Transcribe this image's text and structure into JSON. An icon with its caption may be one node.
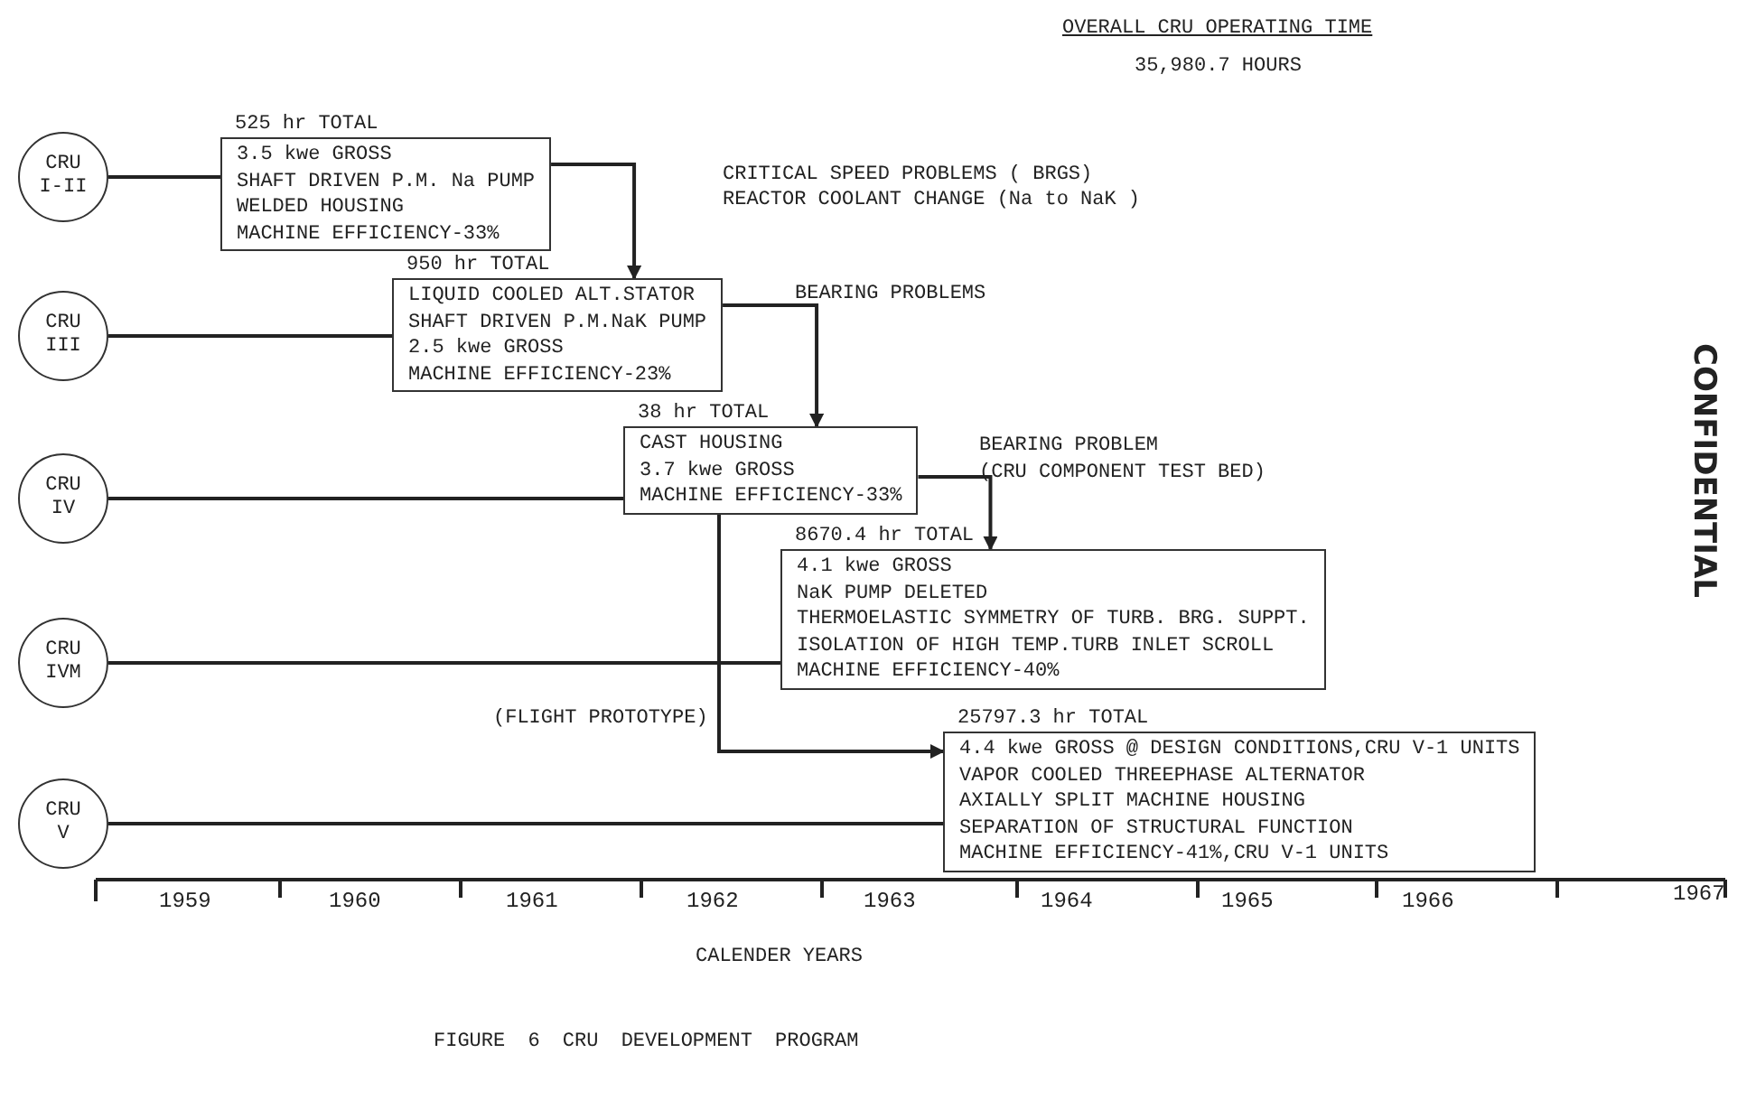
{
  "diagram": {
    "caption": "FIGURE 6 CRU DEVELOPMENT PROGRAM",
    "nodes": [
      {
        "text": [
          "CRU",
          "I-II"
        ]
      },
      {
        "text": [
          "CRU",
          "III"
        ]
      },
      {
        "text": [
          "CRU",
          "IV"
        ]
      },
      {
        "text": [
          "CRU",
          "IVM"
        ]
      },
      {
        "text": [
          "CRU",
          "V"
        ]
      },
      {
        "text": [
          "525 hr TOTAL",
          "3.5 kwe GROSS",
          "SHAFT DRIVEN P.M. Na PUMP",
          "WELDED HOUSING",
          "MACHINE EFFICIENCY-33%"
        ]
      },
      {
        "text": [
          "950 hr TOTAL",
          "LIQUID COOLED ALT.STATOR",
          "SHAFT DRIVEN P.M.NaK PUMP",
          "2.5 kwe GROSS",
          "MACHINE EFFICIENCY-23%"
        ]
      },
      {
        "text": [
          "38 hr TOTAL",
          "CAST HOUSING",
          "3.7 kwe GROSS",
          "MACHINE EFFICIENCY-33%"
        ]
      },
      {
        "text": [
          "8670.4 hr TOTAL",
          "4.1 kwe GROSS",
          "NaK PUMP DELETED",
          "THERMOELASTIC SYMMETRY OF TURB. BRG. SUPPT.",
          "ISOLATION OF HIGH TEMP.TURB INLET SCROLL",
          "MACHINE EFFICIENCY-40%"
        ]
      },
      {
        "text": [
          "25797.3 hr TOTAL",
          "4.4 kwe GROSS @ DESIGN CONDITIONS,CRU V-1 UNITS",
          "VAPOR COOLED THREEPHASE ALTERNATOR",
          "AXIALLY SPLIT MACHINE HOUSING",
          "SEPARATION OF STRUCTURAL FUNCTION",
          "MACHINE EFFICIENCY-41%,CRU V-1 UNITS"
        ]
      }
    ],
    "edges": [
      {
        "from": 0,
        "to": 5,
        "arrow": "none"
      },
      {
        "from": 1,
        "to": 6,
        "arrow": "none"
      },
      {
        "from": 2,
        "to": 7,
        "arrow": "none"
      },
      {
        "from": 3,
        "to": 8,
        "arrow": "none"
      },
      {
        "from": 4,
        "to": 9,
        "arrow": "none"
      },
      {
        "from": 5,
        "to": 6,
        "arrow": "to"
      },
      {
        "from": 6,
        "to": 7,
        "arrow": "to"
      },
      {
        "from": 7,
        "to": 8,
        "arrow": "to"
      },
      {
        "from": 7,
        "to": 9,
        "arrow": "to",
        "label": "(FLIGHT PROTOTYPE)"
      }
    ],
    "labels": [
      "OVERALL CRU OPERATING TIME",
      "35,980.7 HOURS",
      "CRITICAL SPEED PROBLEMS ( BRGS)",
      "REACTOR COOLANT CHANGE (Na to NaK )",
      "BEARING PROBLEMS",
      "CONFIDENTIAL",
      "BEARING PROBLEM",
      "(CRU COMPONENT TEST BED)",
      "1959",
      "1960",
      "1961",
      "1962",
      "1963",
      "1964",
      "1965",
      "1966",
      "1967",
      "CALENDER YEARS"
    ]
  }
}
